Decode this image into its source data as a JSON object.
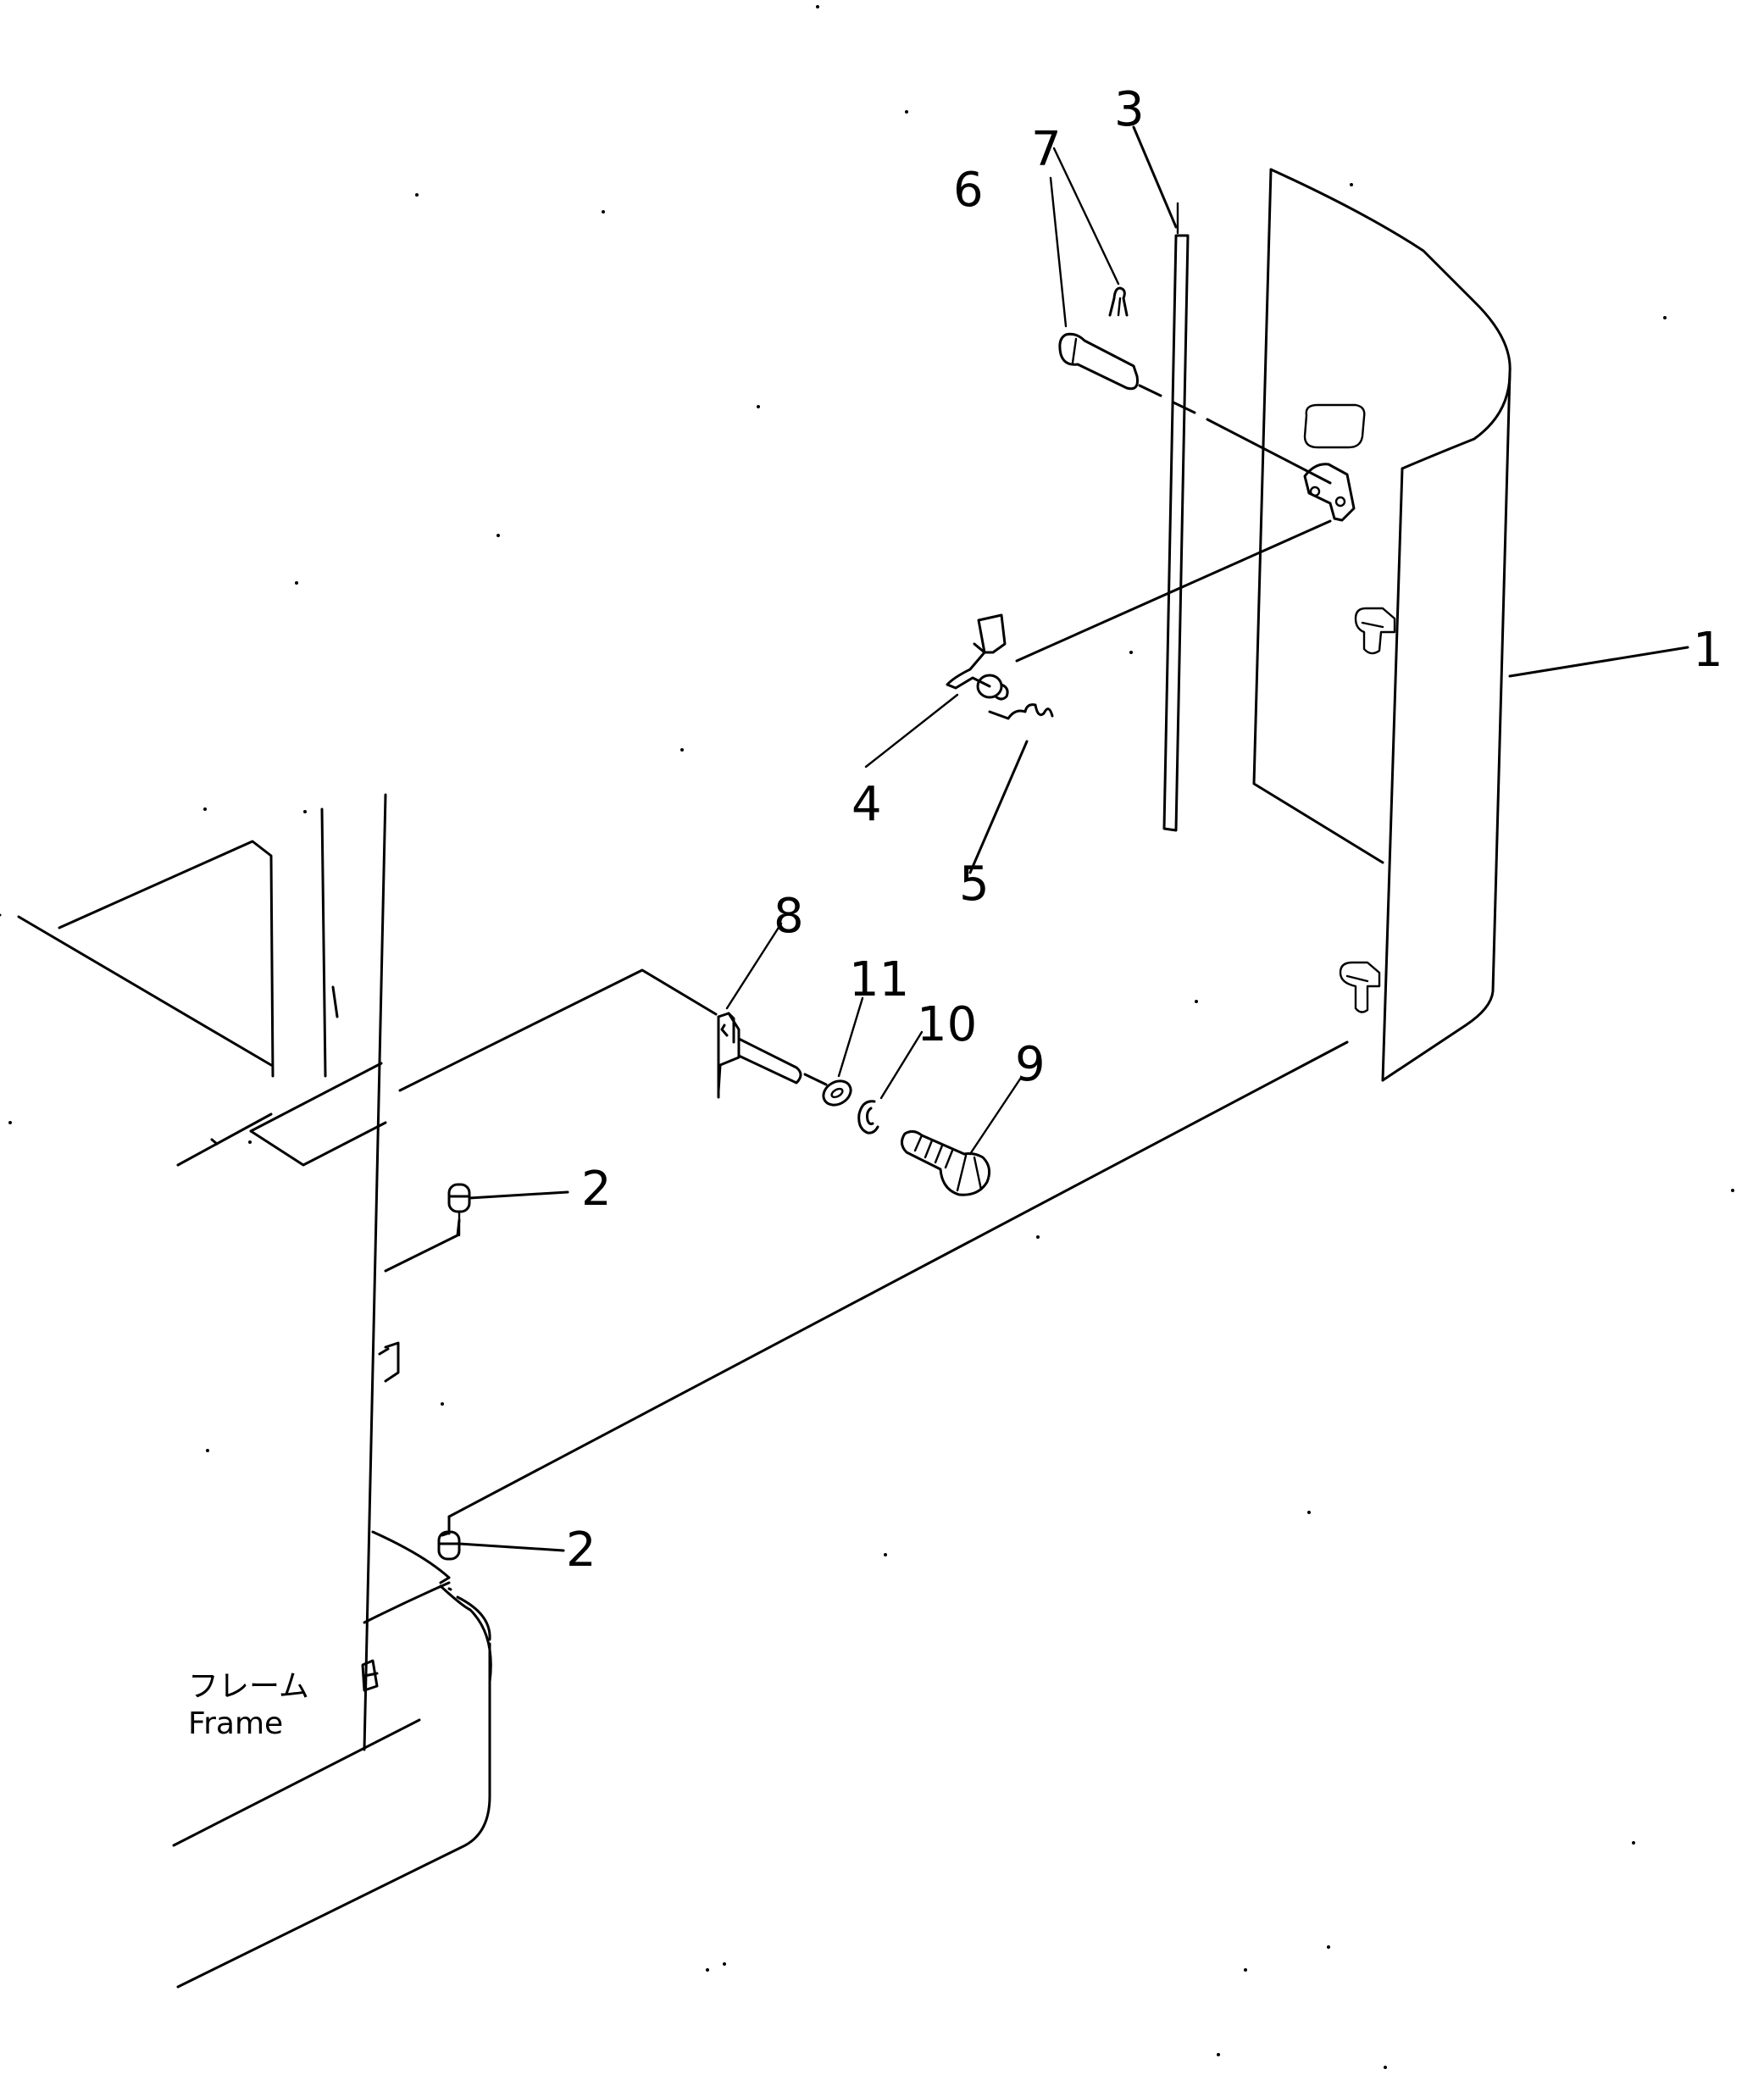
{
  "callouts": [
    "1",
    "2",
    "2",
    "3",
    "4",
    "5",
    "6",
    "7",
    "8",
    "9",
    "10",
    "11"
  ],
  "frame_label": {
    "japanese": "フレーム",
    "english": "Frame"
  },
  "colors": {
    "line": "#000000",
    "background": "#ffffff"
  }
}
